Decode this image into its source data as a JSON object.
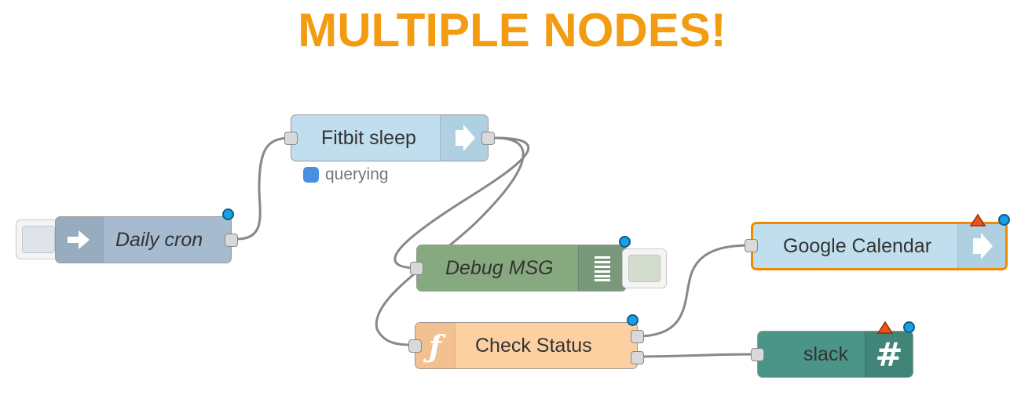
{
  "title": "MULTIPLE NODES!",
  "nodes": {
    "daily_cron": {
      "label": "Daily cron",
      "icon": "arrow-in-icon",
      "color": "#a6bbcf"
    },
    "fitbit": {
      "label": "Fitbit sleep",
      "icon": "arrow-out-icon",
      "color": "#c0deed",
      "status_text": "querying",
      "status_color": "#4a90e2"
    },
    "debug": {
      "label": "Debug MSG",
      "icon": "list-icon",
      "color": "#87a980"
    },
    "check_status": {
      "label": "Check Status",
      "icon": "function-icon",
      "color": "#fdd0a2"
    },
    "google_calendar": {
      "label": "Google Calendar",
      "icon": "arrow-out-icon",
      "color": "#c0deed",
      "highlight": "#f08a00"
    },
    "slack": {
      "label": "slack",
      "icon": "hash-icon",
      "color": "#4a9488"
    }
  },
  "colors": {
    "title": "#f39c12",
    "wire": "#888888",
    "changed_dot": "#1a9ee6",
    "error_triangle": "#e8551c"
  }
}
